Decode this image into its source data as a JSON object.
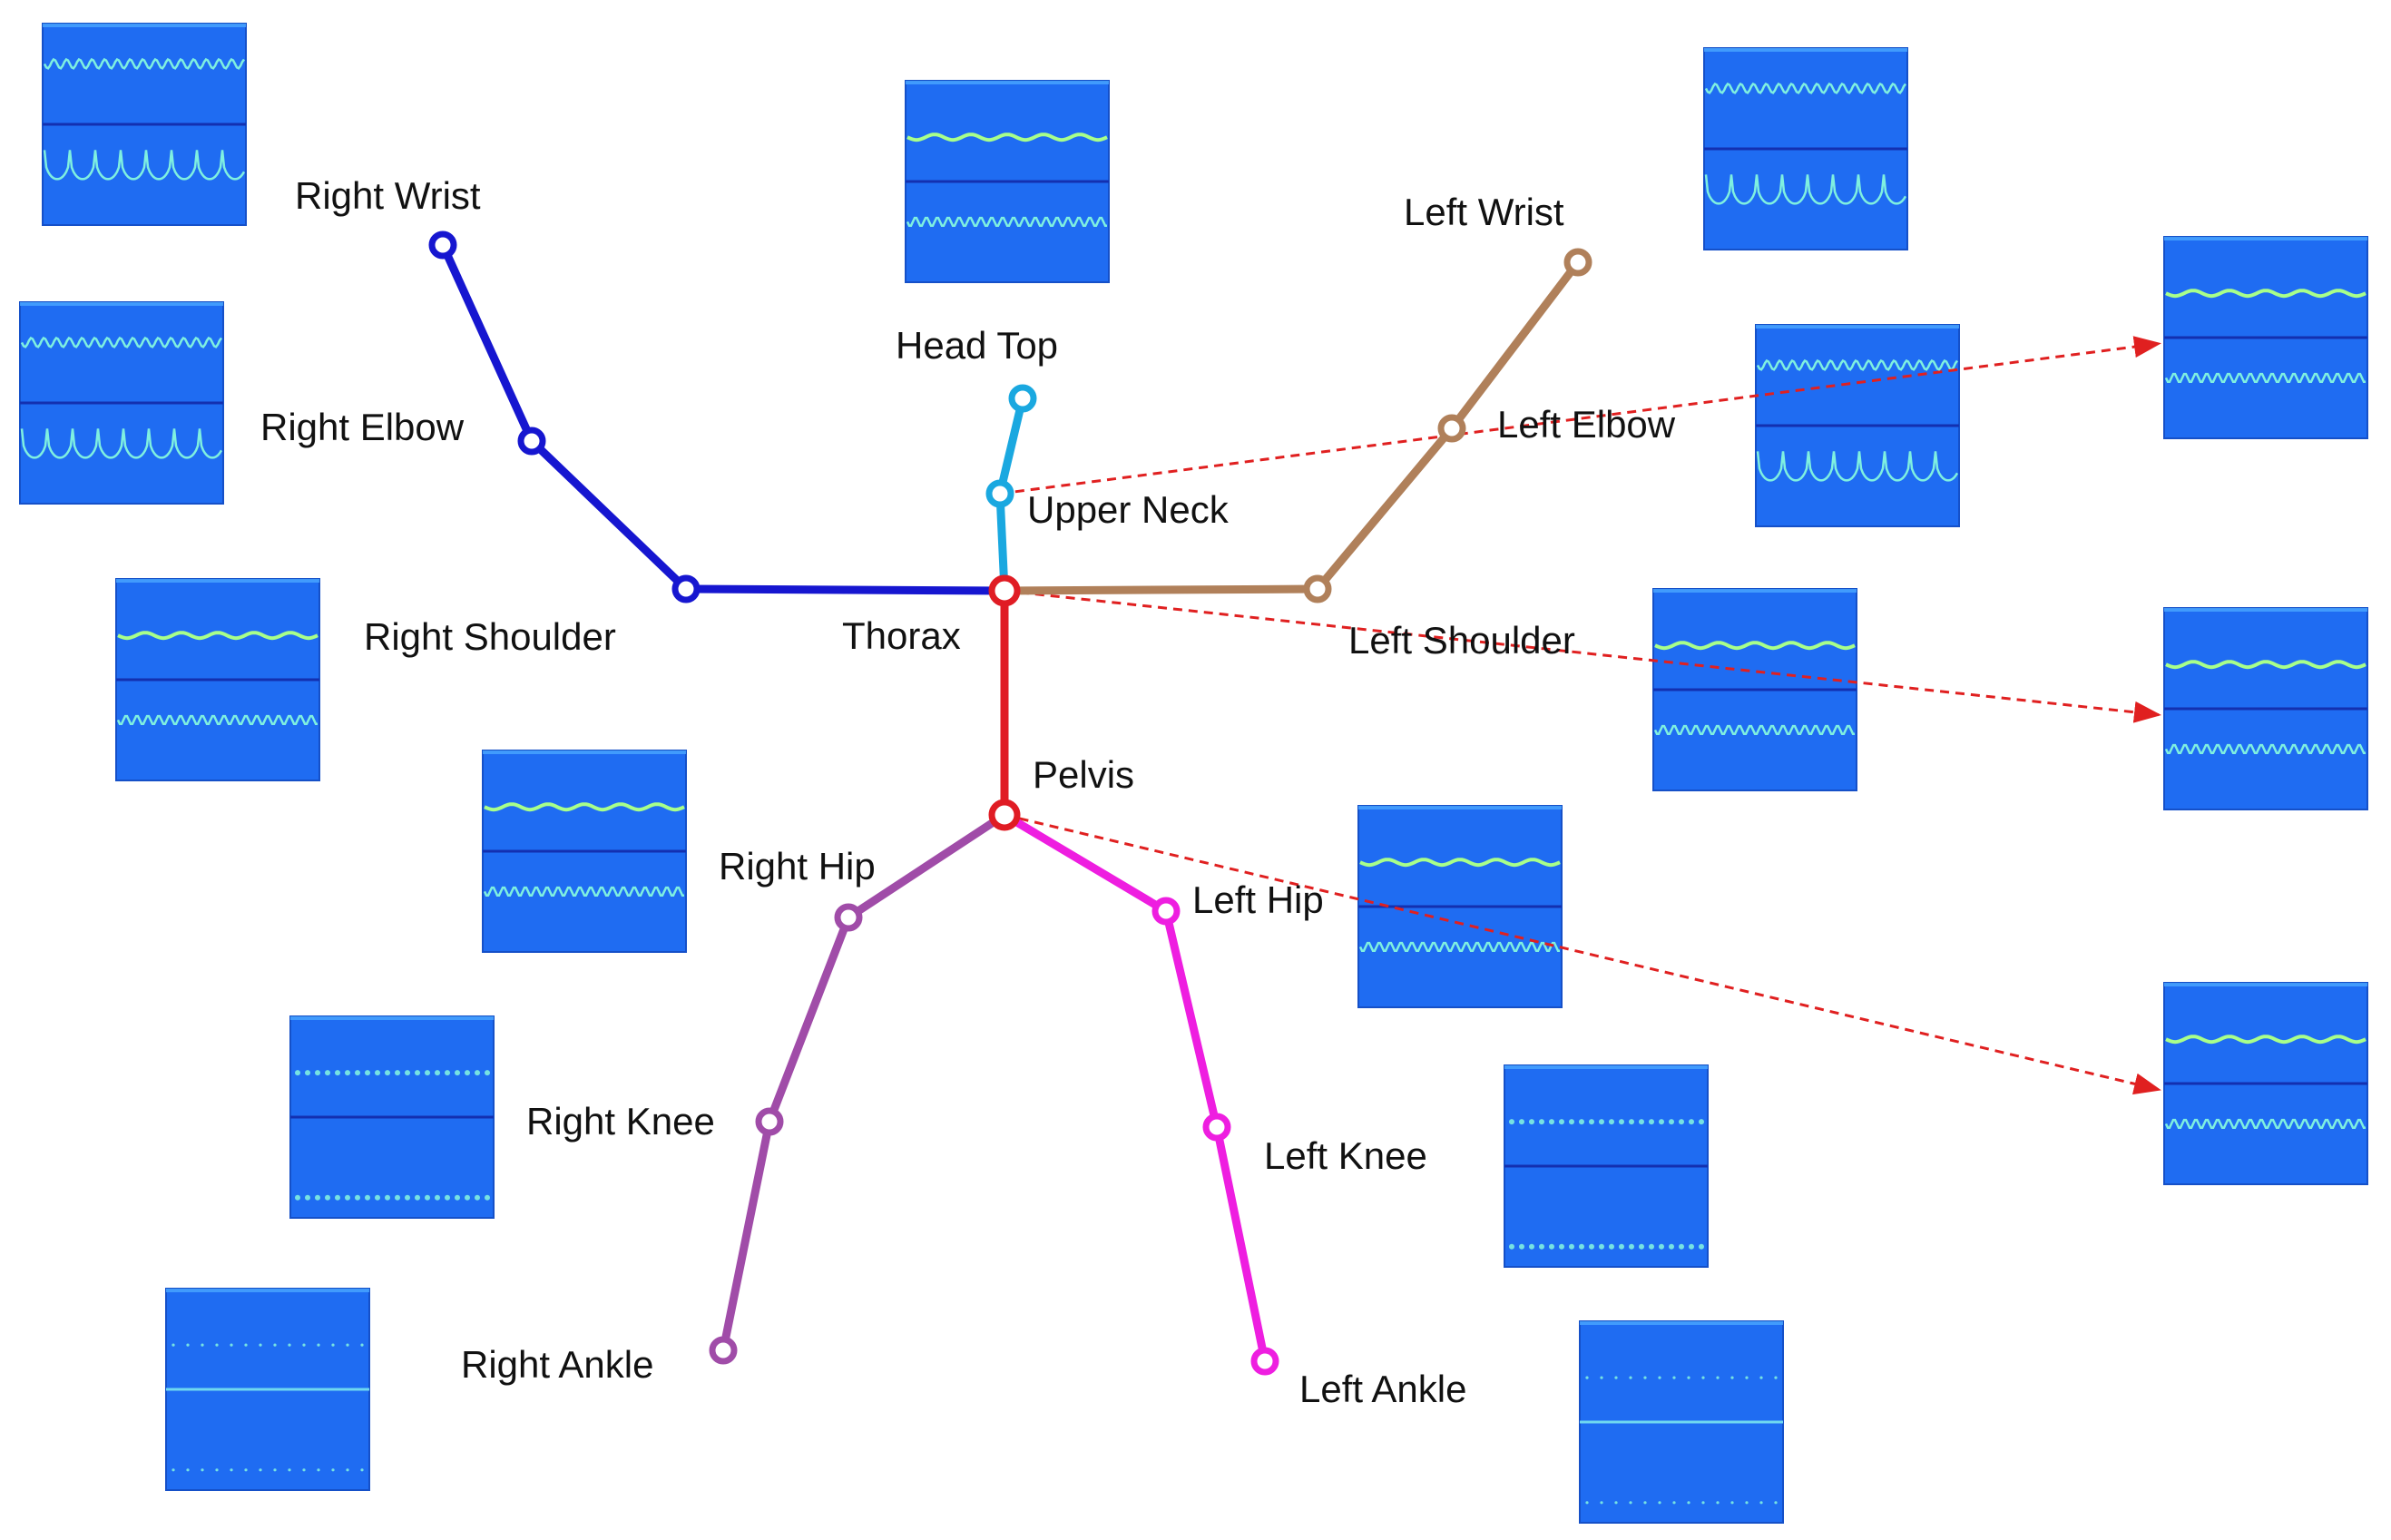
{
  "colors": {
    "background": "#ffffff",
    "spectrogram_bg": "#1f6cf2",
    "spectrogram_border": "#1550c8",
    "signal": "#7ff0e0",
    "arrow": "#e02020",
    "right_arm": "#1616d0",
    "left_arm": "#b0805a",
    "neck": "#1aa8e0",
    "torso": "#e01c24",
    "right_leg": "#a04ca8",
    "left_leg": "#ee1ee0",
    "label": "#111111"
  },
  "joints": [
    {
      "id": "head_top",
      "label": "Head Top"
    },
    {
      "id": "upper_neck",
      "label": "Upper Neck"
    },
    {
      "id": "thorax",
      "label": "Thorax"
    },
    {
      "id": "pelvis",
      "label": "Pelvis"
    },
    {
      "id": "right_shoulder",
      "label": "Right Shoulder"
    },
    {
      "id": "right_elbow",
      "label": "Right Elbow"
    },
    {
      "id": "right_wrist",
      "label": "Right Wrist"
    },
    {
      "id": "left_shoulder",
      "label": "Left Shoulder"
    },
    {
      "id": "left_elbow",
      "label": "Left Elbow"
    },
    {
      "id": "left_wrist",
      "label": "Left Wrist"
    },
    {
      "id": "right_hip",
      "label": "Right Hip"
    },
    {
      "id": "right_knee",
      "label": "Right Knee"
    },
    {
      "id": "right_ankle",
      "label": "Right Ankle"
    },
    {
      "id": "left_hip",
      "label": "Left Hip"
    },
    {
      "id": "left_knee",
      "label": "Left Knee"
    },
    {
      "id": "left_ankle",
      "label": "Left Ankle"
    }
  ],
  "bones": [
    {
      "from": "right_wrist",
      "to": "right_elbow",
      "color": "right_arm"
    },
    {
      "from": "right_elbow",
      "to": "right_shoulder",
      "color": "right_arm"
    },
    {
      "from": "right_shoulder",
      "to": "thorax",
      "color": "right_arm"
    },
    {
      "from": "left_wrist",
      "to": "left_elbow",
      "color": "left_arm"
    },
    {
      "from": "left_elbow",
      "to": "left_shoulder",
      "color": "left_arm"
    },
    {
      "from": "left_shoulder",
      "to": "thorax",
      "color": "left_arm"
    },
    {
      "from": "head_top",
      "to": "upper_neck",
      "color": "neck"
    },
    {
      "from": "upper_neck",
      "to": "thorax",
      "color": "neck"
    },
    {
      "from": "thorax",
      "to": "pelvis",
      "color": "torso"
    },
    {
      "from": "pelvis",
      "to": "right_hip",
      "color": "right_leg"
    },
    {
      "from": "right_hip",
      "to": "right_knee",
      "color": "right_leg"
    },
    {
      "from": "right_knee",
      "to": "right_ankle",
      "color": "right_leg"
    },
    {
      "from": "pelvis",
      "to": "left_hip",
      "color": "left_leg"
    },
    {
      "from": "left_hip",
      "to": "left_knee",
      "color": "left_leg"
    },
    {
      "from": "left_knee",
      "to": "left_ankle",
      "color": "left_leg"
    }
  ],
  "arrows": [
    {
      "from": "upper_neck",
      "to": "spec_far_top"
    },
    {
      "from": "thorax",
      "to": "spec_far_mid"
    },
    {
      "from": "pelvis",
      "to": "spec_far_bottom"
    }
  ],
  "spectrograms": [
    {
      "id": "spec_right_wrist",
      "pattern": "periodic"
    },
    {
      "id": "spec_right_elbow",
      "pattern": "periodic"
    },
    {
      "id": "spec_right_shoulder",
      "pattern": "wavy"
    },
    {
      "id": "spec_right_hip",
      "pattern": "wavy"
    },
    {
      "id": "spec_right_knee",
      "pattern": "dotted"
    },
    {
      "id": "spec_right_ankle",
      "pattern": "faint"
    },
    {
      "id": "spec_head_top",
      "pattern": "wavy"
    },
    {
      "id": "spec_left_wrist",
      "pattern": "periodic"
    },
    {
      "id": "spec_left_elbow",
      "pattern": "periodic"
    },
    {
      "id": "spec_left_shoulder",
      "pattern": "wavy"
    },
    {
      "id": "spec_left_hip",
      "pattern": "wavy"
    },
    {
      "id": "spec_left_knee",
      "pattern": "dotted"
    },
    {
      "id": "spec_left_ankle",
      "pattern": "faint"
    },
    {
      "id": "spec_far_top",
      "pattern": "wavy"
    },
    {
      "id": "spec_far_mid",
      "pattern": "wavy"
    },
    {
      "id": "spec_far_bottom",
      "pattern": "wavy"
    }
  ]
}
